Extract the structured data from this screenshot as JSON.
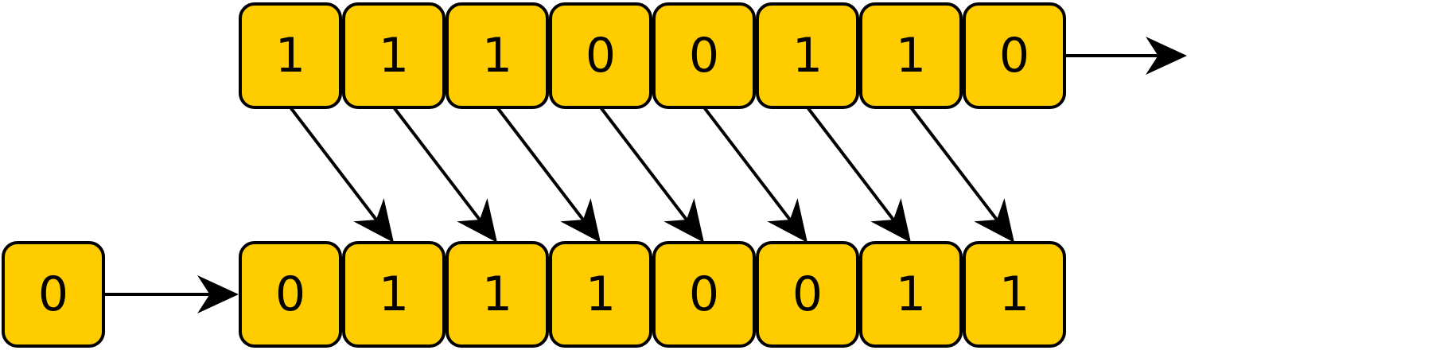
{
  "diagram": {
    "top_row": [
      "1",
      "1",
      "1",
      "0",
      "0",
      "1",
      "1",
      "0"
    ],
    "incoming_bit": "0",
    "bottom_row": [
      "0",
      "1",
      "1",
      "1",
      "0",
      "0",
      "1",
      "1"
    ],
    "colors": {
      "cell_fill": "#ffcc00",
      "stroke": "#000000",
      "text": "#000000"
    }
  }
}
